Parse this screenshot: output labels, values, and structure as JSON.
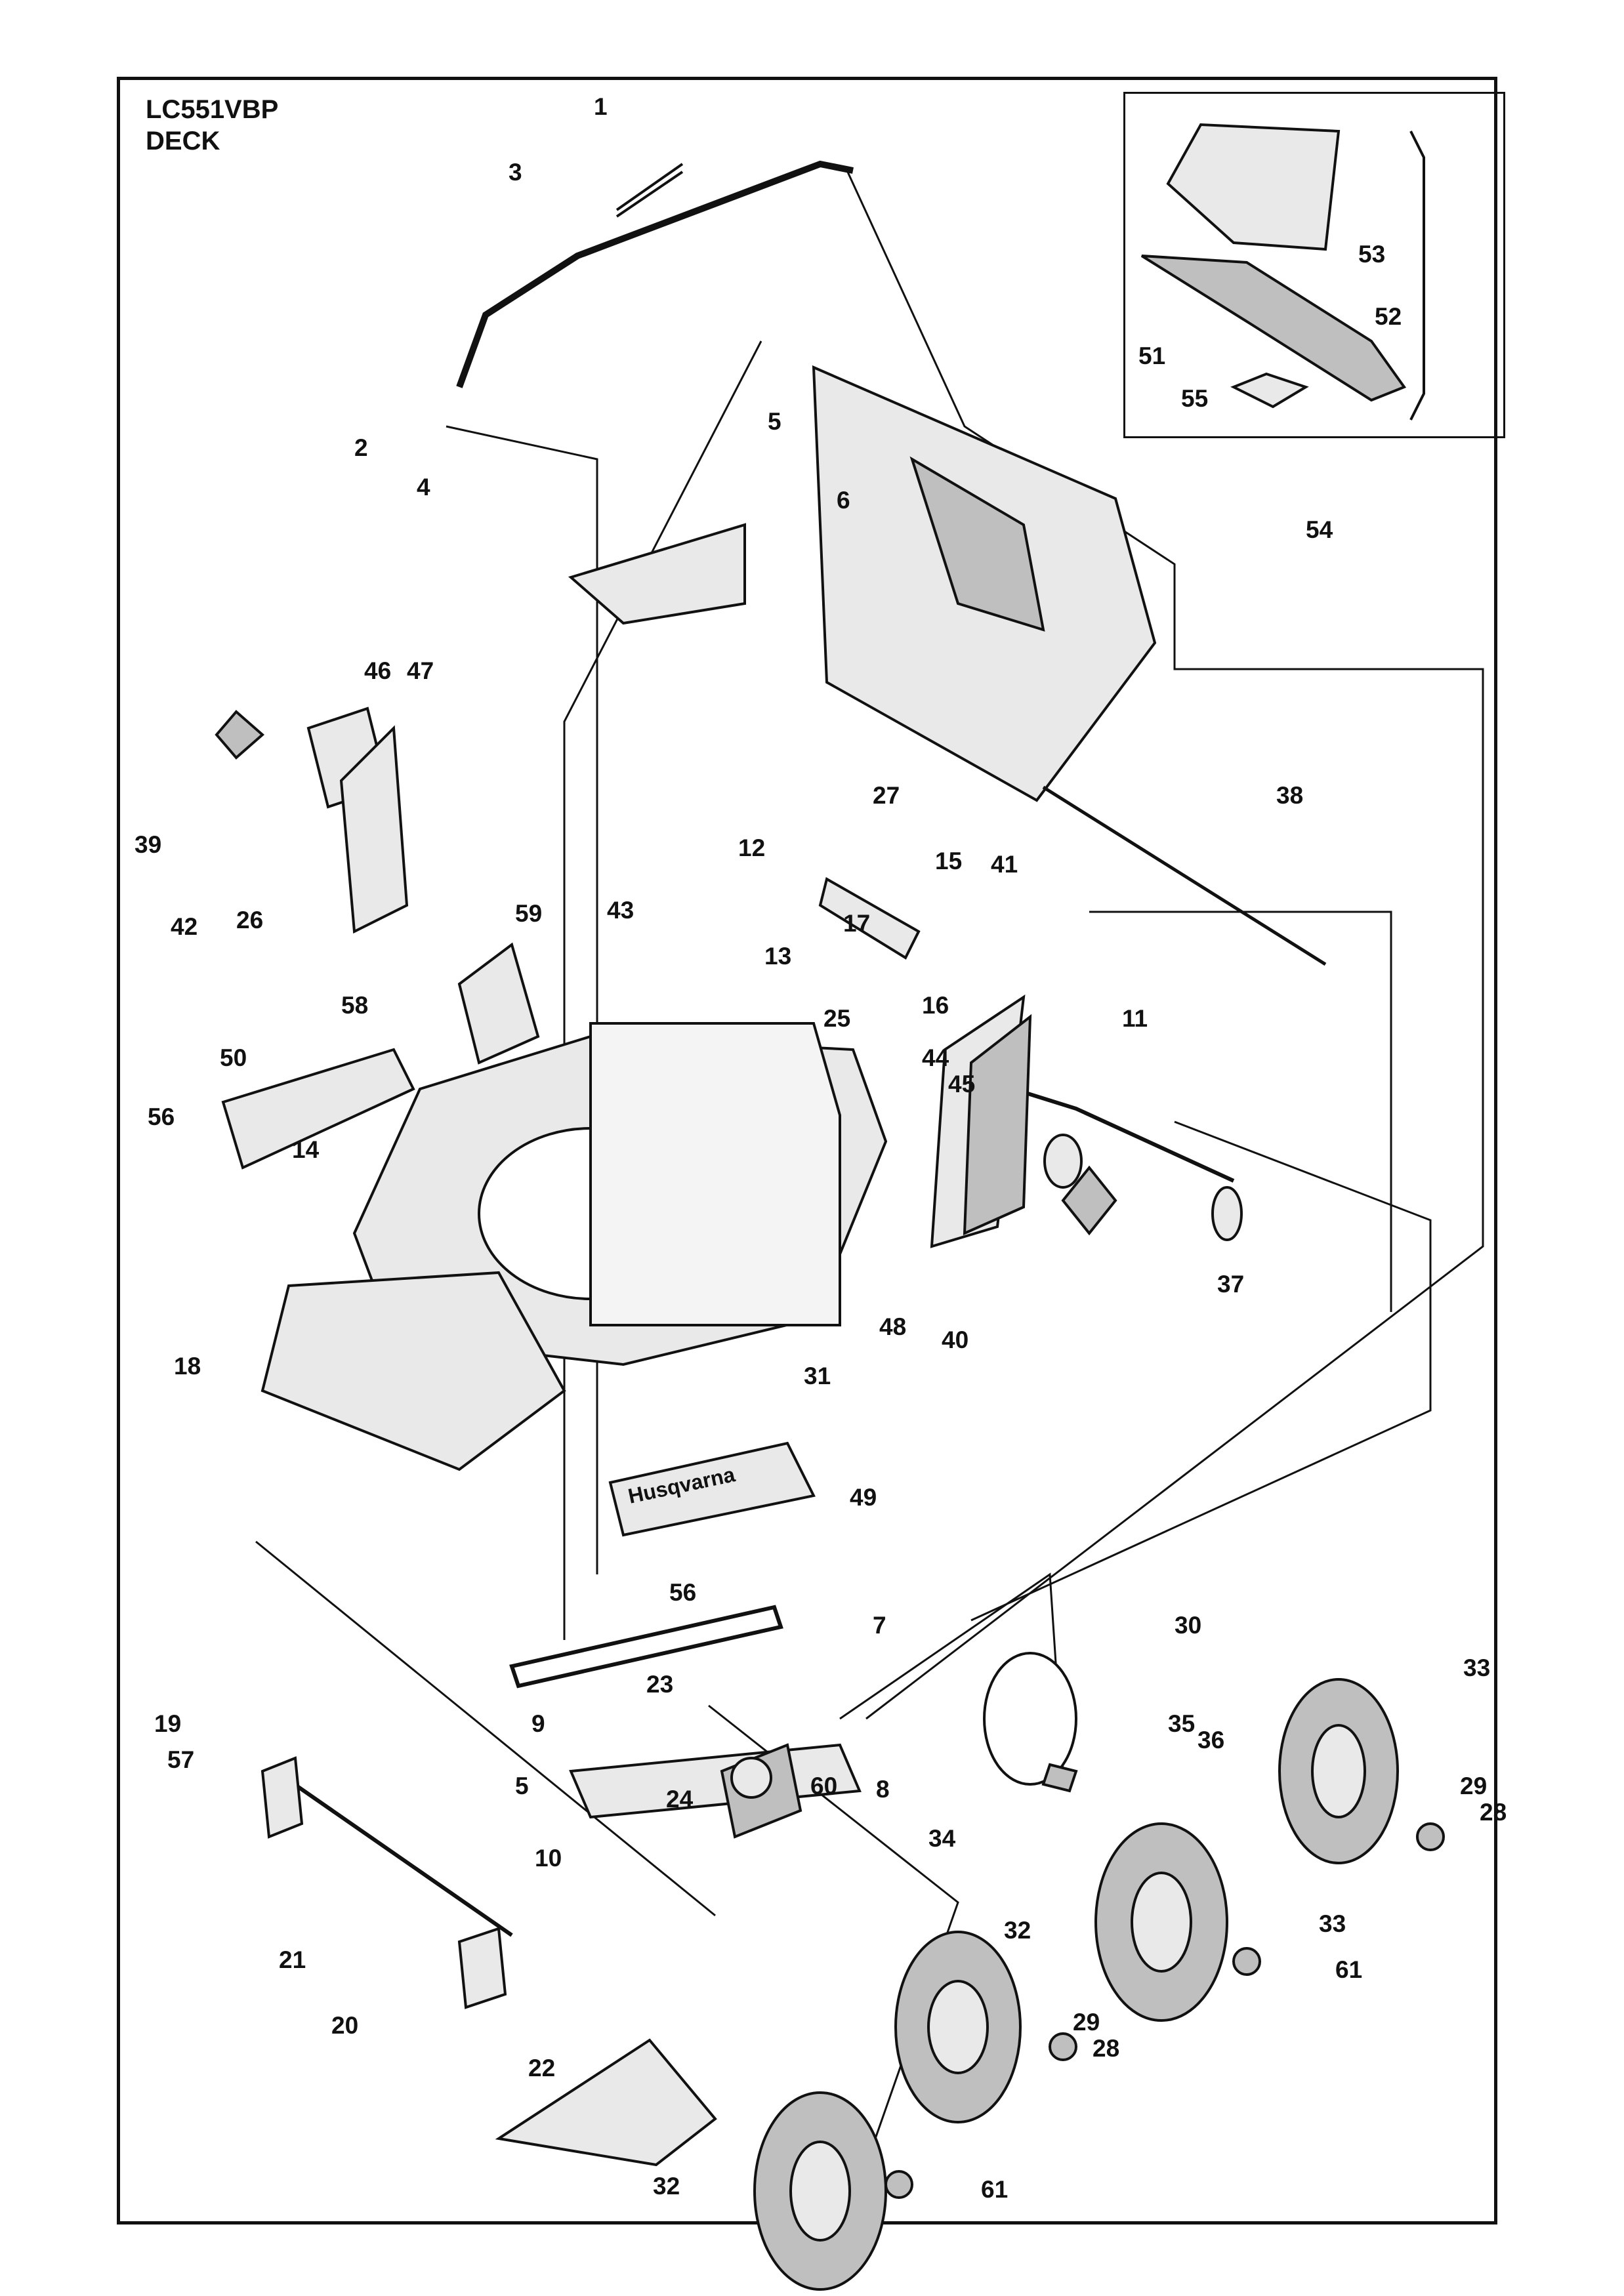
{
  "diagram": {
    "title_line1": "LC551VBP",
    "title_line2": "DECK",
    "callouts": [
      {
        "label": "1"
      },
      {
        "label": "3"
      },
      {
        "label": "2"
      },
      {
        "label": "4"
      },
      {
        "label": "5"
      },
      {
        "label": "6"
      },
      {
        "label": "46"
      },
      {
        "label": "47"
      },
      {
        "label": "39"
      },
      {
        "label": "42"
      },
      {
        "label": "26"
      },
      {
        "label": "27"
      },
      {
        "label": "12"
      },
      {
        "label": "15"
      },
      {
        "label": "41"
      },
      {
        "label": "38"
      },
      {
        "label": "13"
      },
      {
        "label": "17"
      },
      {
        "label": "16"
      },
      {
        "label": "59"
      },
      {
        "label": "43"
      },
      {
        "label": "58"
      },
      {
        "label": "25"
      },
      {
        "label": "11"
      },
      {
        "label": "50"
      },
      {
        "label": "44"
      },
      {
        "label": "45"
      },
      {
        "label": "56"
      },
      {
        "label": "14"
      },
      {
        "label": "37"
      },
      {
        "label": "48"
      },
      {
        "label": "40"
      },
      {
        "label": "18"
      },
      {
        "label": "31"
      },
      {
        "label": "49"
      },
      {
        "label": "56"
      },
      {
        "label": "7"
      },
      {
        "label": "30"
      },
      {
        "label": "33"
      },
      {
        "label": "23"
      },
      {
        "label": "19"
      },
      {
        "label": "57"
      },
      {
        "label": "9"
      },
      {
        "label": "35"
      },
      {
        "label": "36"
      },
      {
        "label": "5"
      },
      {
        "label": "24"
      },
      {
        "label": "60"
      },
      {
        "label": "8"
      },
      {
        "label": "29"
      },
      {
        "label": "28"
      },
      {
        "label": "34"
      },
      {
        "label": "10"
      },
      {
        "label": "33"
      },
      {
        "label": "21"
      },
      {
        "label": "32"
      },
      {
        "label": "61"
      },
      {
        "label": "20"
      },
      {
        "label": "29"
      },
      {
        "label": "28"
      },
      {
        "label": "22"
      },
      {
        "label": "32"
      },
      {
        "label": "61"
      },
      {
        "label": "53"
      },
      {
        "label": "52"
      },
      {
        "label": "51"
      },
      {
        "label": "55"
      },
      {
        "label": "54"
      }
    ],
    "brand_text": "Husqvarna",
    "colors": {
      "ink": "#111111",
      "part_fill": "#e9e9e9",
      "part_dark": "#bfbfbf"
    }
  }
}
